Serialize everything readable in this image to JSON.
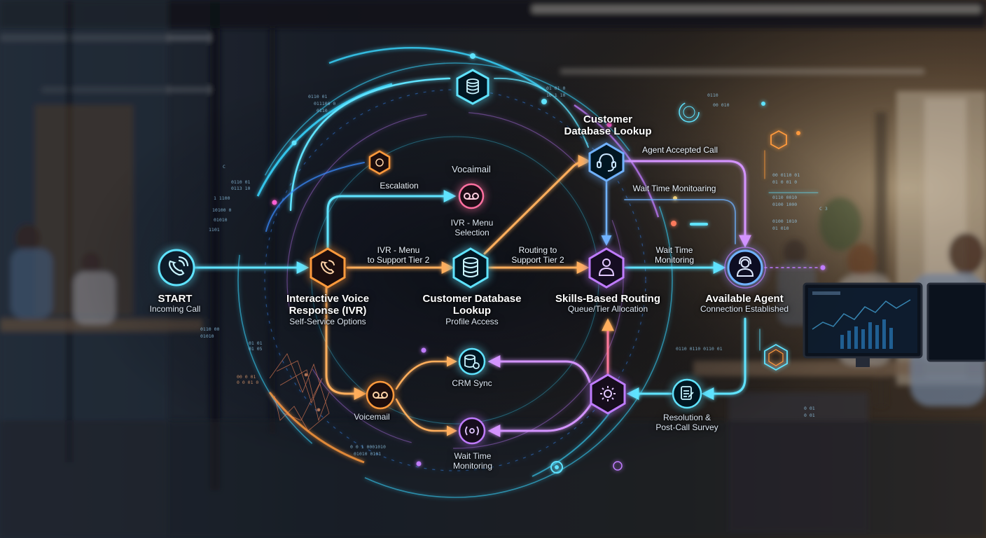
{
  "colors": {
    "cyan": "#38d6ff",
    "blue": "#3b8cff",
    "orange": "#ff9a3c",
    "violet": "#c07bff",
    "pink": "#ff5fd2"
  },
  "nodes": {
    "start": {
      "title": "START",
      "subtitle": "Incoming Call",
      "icon": "phone-icon"
    },
    "ivr": {
      "title_line1": "Interactive Voice",
      "title_line2": "Response (IVR)",
      "subtitle": "Self-Service Options",
      "icon": "phone-icon"
    },
    "db_center": {
      "title_line1": "Customer Database",
      "title_line2": "Lookup",
      "subtitle": "Profile Access",
      "icon": "database-icon"
    },
    "skills": {
      "title": "Skills-Based Routing",
      "subtitle": "Queue/Tier Allocation",
      "icon": "user-icon"
    },
    "agent": {
      "title": "Available Agent",
      "subtitle": "Connection Established",
      "icon": "agent-icon"
    },
    "db_top": {
      "title_line1": "Customer",
      "title_line2": "Database Lookup",
      "icon": "headset-icon"
    },
    "voicemail_top": {
      "title": "Vocaimail",
      "icon": "voicemail-icon"
    },
    "ivr_menu_top": {
      "line1": "IVR - Menu",
      "line2": "Selection"
    },
    "crm": {
      "title": "CRM Sync",
      "icon": "crm-icon"
    },
    "voicemail_bottom": {
      "title": "Voicemail",
      "icon": "voicemail-icon"
    },
    "wait_bottom": {
      "line1": "Wait Time",
      "line2": "Monitoring",
      "icon": "wave-icon"
    },
    "resolution": {
      "line1": "Resolution &",
      "line2": "Post-Call Survey",
      "icon": "survey-icon"
    },
    "settings": {
      "icon": "gear-icon"
    },
    "top_database": {
      "icon": "database-icon"
    }
  },
  "edges": {
    "escalation": "Escalation",
    "ivr_menu": {
      "line1": "IVR - Menu",
      "line2": "to Support Tier 2"
    },
    "routing": {
      "line1": "Routing to",
      "line2": "Support Tier 2"
    },
    "wait_time": {
      "line1": "Wait Time",
      "line2": "Monitoring"
    },
    "agent_accepted": "Agent Accepted Call",
    "wait_monitoring_top": "Wait Time Monitoaring"
  }
}
